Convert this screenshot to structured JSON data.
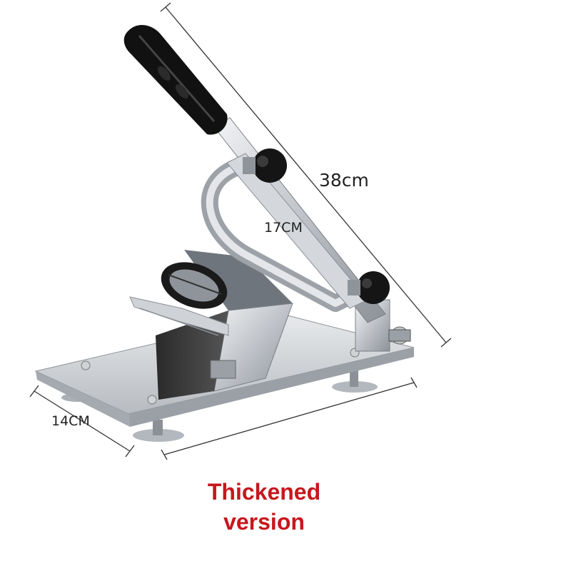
{
  "dimensions": {
    "length": "38cm",
    "inner_width": "17CM",
    "base_width": "14CM"
  },
  "caption": {
    "line1": "Thickened",
    "line2": "version"
  },
  "colors": {
    "caption_text": "#c8161d",
    "dimension_text": "#222222",
    "handle": "#111111",
    "steel": "#c9ccd0"
  }
}
